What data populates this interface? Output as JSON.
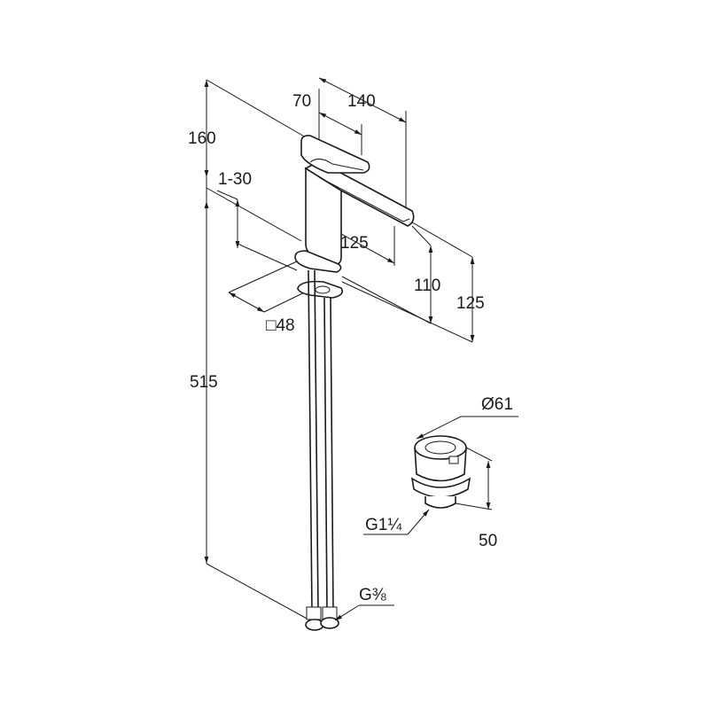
{
  "dimensions": {
    "overall_height_top": "160",
    "handle_length": "70",
    "spout_reach": "140",
    "base_thickness_range": "1-30",
    "spout_projection": "125",
    "spout_height": "110",
    "total_height": "125",
    "base_square": "□48",
    "supply_hose_length": "515",
    "drain_diameter": "Ø61",
    "drain_thread": "G1¼",
    "drain_height": "50",
    "supply_thread": "G⅜"
  }
}
